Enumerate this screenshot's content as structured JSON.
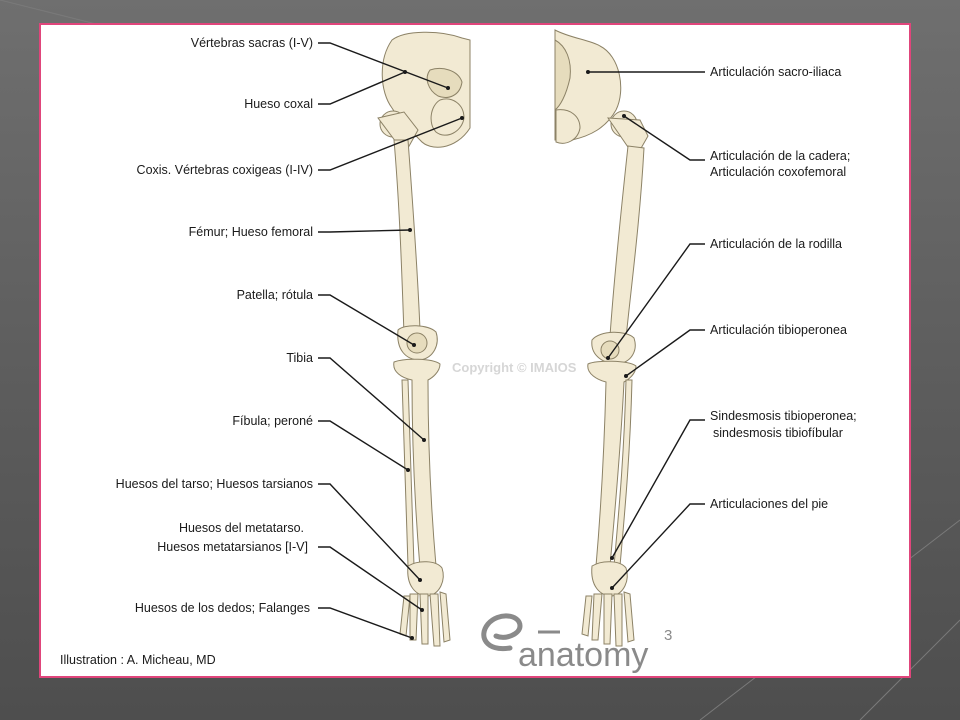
{
  "figure": {
    "left_labels": [
      "Vértebras sacras (I-V)",
      "Hueso coxal",
      "Coxis. Vértebras coxigeas (I-IV)",
      "Fémur; Hueso femoral",
      "Patella; rótula",
      "Tibia",
      "Fíbula; peroné",
      "Huesos del tarso; Huesos tarsianos",
      "Huesos del metatarso.",
      "Huesos metatarsianos [I-V]",
      "Huesos de los dedos; Falanges"
    ],
    "right_labels": [
      "Articulación sacro-iliaca",
      "Articulación de la cadera;",
      "Articulación coxofemoral",
      "Articulación de la rodilla",
      "Articulación tibioperonea",
      "Sindesmosis tibioperonea;",
      "sindesmosis tibiofíbular",
      "Articulaciones del pie"
    ],
    "watermark": "Copyright © IMAIOS",
    "credit": "Illustration : A. Micheau, MD",
    "logo_text": "anatomy",
    "logo_superscript": "3"
  },
  "colors": {
    "frame_border": "#e0457b",
    "bone": "#f2ead3",
    "background": "#5f5f5f"
  }
}
